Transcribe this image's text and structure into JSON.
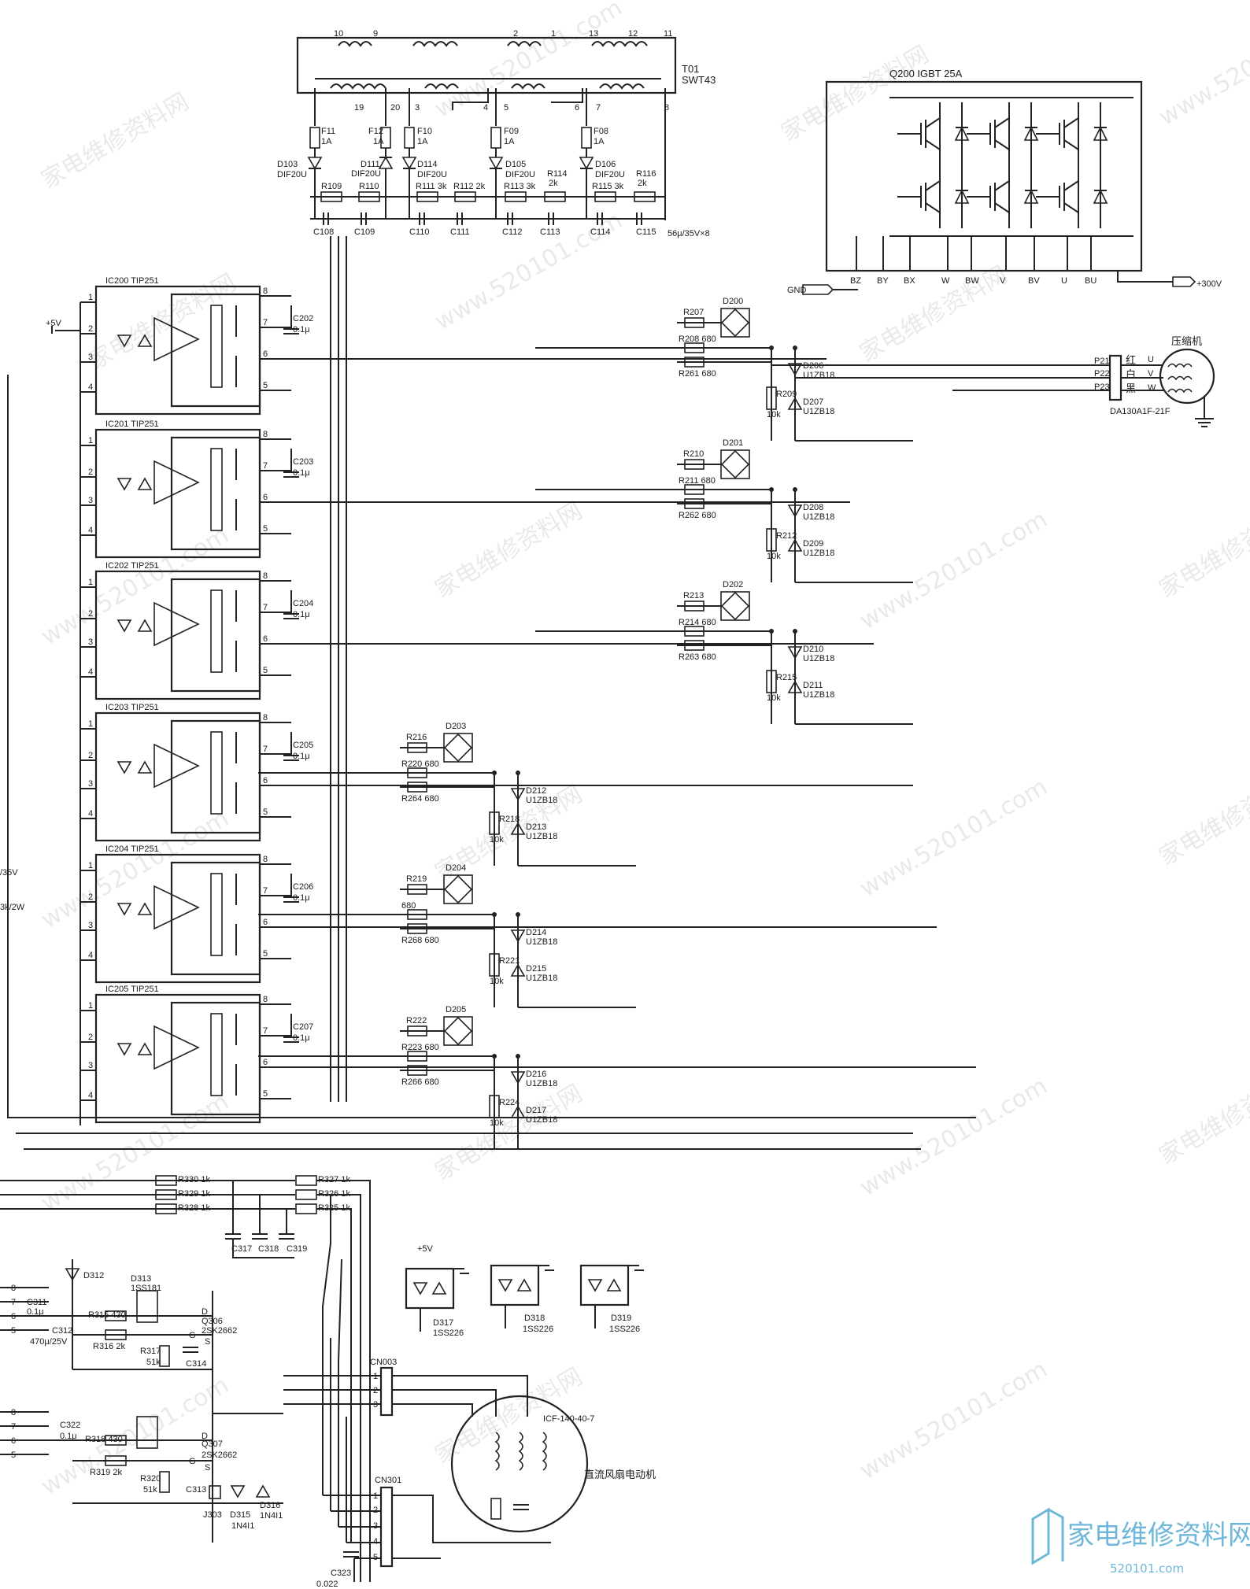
{
  "transformer": {
    "ref": "T01",
    "model": "SWT43",
    "pins_top": [
      "10",
      "9",
      "2",
      "1",
      "13",
      "12",
      "11"
    ],
    "pins_bottom": [
      "19",
      "20",
      "3",
      "4",
      "5",
      "6",
      "7",
      "8"
    ]
  },
  "fuses": [
    {
      "ref": "F11",
      "value": "1A"
    },
    {
      "ref": "F12",
      "value": "1A"
    },
    {
      "ref": "F10",
      "value": "1A"
    },
    {
      "ref": "F09",
      "value": "1A"
    },
    {
      "ref": "F08",
      "value": "1A"
    }
  ],
  "rectifier_diodes": [
    {
      "ref": "D103",
      "model": "DIF20U"
    },
    {
      "ref": "D111",
      "model": "DIF20U"
    },
    {
      "ref": "D114",
      "model": "DIF20U"
    },
    {
      "ref": "D105",
      "model": "DIF20U"
    },
    {
      "ref": "D106",
      "model": "DIF20U"
    }
  ],
  "supply_resistors": [
    "R109",
    "R110",
    "R111 3k",
    "R112 2k",
    "R113 3k",
    "R114",
    "2k",
    "R115 3k",
    "R116",
    "2k"
  ],
  "supply_caps": [
    "C108",
    "C109",
    "C110",
    "C111",
    "C112",
    "C113",
    "C114",
    "C115"
  ],
  "cap_note": "56μ/35V×8",
  "igbt": {
    "ref": "Q200 IGBT 25A",
    "pins": [
      "BZ",
      "BY",
      "BX",
      "W",
      "BW",
      "V",
      "BV",
      "U",
      "BU"
    ],
    "gnd": "GND",
    "vplus": "+300V"
  },
  "drivers": [
    {
      "ref": "IC200 TIP251",
      "cap": "C202",
      "cap_val": "0.1μ"
    },
    {
      "ref": "IC201 TIP251",
      "cap": "C203",
      "cap_val": "0.1μ"
    },
    {
      "ref": "IC202 TIP251",
      "cap": "C204",
      "cap_val": "0.1μ"
    },
    {
      "ref": "IC203 TIP251",
      "cap": "C205",
      "cap_val": "0.1μ"
    },
    {
      "ref": "IC204 TIP251",
      "cap": "C206",
      "cap_val": "0.1μ"
    },
    {
      "ref": "IC205 TIP251",
      "cap": "C207",
      "cap_val": "0.1μ"
    }
  ],
  "driver_pins": [
    "1",
    "2",
    "3",
    "4",
    "8",
    "7",
    "6",
    "5"
  ],
  "supply_label": "+5V",
  "left_labels": [
    "/35V",
    "3k/2W"
  ],
  "gate_nets": [
    {
      "bridge": "D200",
      "r_top": "R207",
      "r_mid": "R208 680",
      "r_bot": "R261 680",
      "r_pd": "R209",
      "r_pd_val": "10k",
      "z1": "D206",
      "z1m": "U1ZB18",
      "z2": "D207",
      "z2m": "U1ZB18"
    },
    {
      "bridge": "D201",
      "r_top": "R210",
      "r_mid": "R211 680",
      "r_bot": "R262 680",
      "r_pd": "R212",
      "r_pd_val": "10k",
      "z1": "D208",
      "z1m": "U1ZB18",
      "z2": "D209",
      "z2m": "U1ZB18"
    },
    {
      "bridge": "D202",
      "r_top": "R213",
      "r_mid": "R214 680",
      "r_bot": "R263 680",
      "r_pd": "R215",
      "r_pd_val": "10k",
      "z1": "D210",
      "z1m": "U1ZB18",
      "z2": "D211",
      "z2m": "U1ZB18"
    },
    {
      "bridge": "D203",
      "r_top": "R216",
      "r_mid": "R220 680",
      "r_bot": "R264 680",
      "r_pd": "R218",
      "r_pd_val": "10k",
      "z1": "D212",
      "z1m": "U1ZB18",
      "z2": "D213",
      "z2m": "U1ZB18"
    },
    {
      "bridge": "D204",
      "r_top": "R219",
      "r_mid": "680",
      "r_bot": "R268 680",
      "r_pd": "R221",
      "r_pd_val": "10k",
      "z1": "D214",
      "z1m": "U1ZB18",
      "z2": "D215",
      "z2m": "U1ZB18"
    },
    {
      "bridge": "D205",
      "r_top": "R222",
      "r_mid": "R223 680",
      "r_bot": "R266 680",
      "r_pd": "R224",
      "r_pd_val": "10k",
      "z1": "D216",
      "z1m": "U1ZB18",
      "z2": "D217",
      "z2m": "U1ZB18"
    }
  ],
  "compressor": {
    "label": "压缩机",
    "connector": "DA130A1F-21F",
    "pins": [
      "P21",
      "P22",
      "P23"
    ],
    "colors": [
      "红",
      "白",
      "黑"
    ],
    "phases": [
      "U",
      "V",
      "W"
    ]
  },
  "sense_resistors": [
    "R330 1k",
    "R329 1k",
    "R328 1k",
    "R327 1k",
    "R326 1k",
    "R325 1k"
  ],
  "sense_caps": [
    "C317",
    "C318",
    "C319"
  ],
  "opto_diodes": [
    {
      "ref": "D317",
      "model": "1SS226"
    },
    {
      "ref": "D318",
      "model": "1SS226"
    },
    {
      "ref": "D319",
      "model": "1SS226"
    }
  ],
  "fan_section": {
    "d312": "D312",
    "d313": "D313",
    "d313m": "1SS181",
    "c311": "C311",
    "c311v": "0.1μ",
    "c312": "C312",
    "c312v": "470μ/25V",
    "r315": "R315 430",
    "r316": "R316 2k",
    "r317": "R317",
    "r317v": "51k",
    "c314": "C314",
    "q306": "Q306",
    "q306m": "2SK2662",
    "q307": "Q307",
    "q307m": "2SK2662",
    "c322": "C322",
    "c322v": "0.1μ",
    "r318": "R318 430",
    "r319": "R319 2k",
    "r320": "R320",
    "r320v": "51k",
    "c313": "C313",
    "j303": "J303",
    "d315": "D315",
    "d315m": "1N4I1",
    "d316": "D316",
    "d316m": "1N4I1",
    "cn003": "CN003",
    "cn301": "CN301",
    "motor_model": "ICF-140-40-7",
    "motor_label": "直流风扇电动机",
    "c323": "C323",
    "c323v": "0.022",
    "pins_left1": [
      "8",
      "7",
      "6",
      "5"
    ],
    "pins_left2": [
      "8",
      "7",
      "6",
      "5"
    ],
    "cn003_pins": [
      "1",
      "2",
      "3"
    ],
    "cn301_pins": [
      "1",
      "2",
      "3",
      "4",
      "5"
    ],
    "plus5": "+5V",
    "gds": [
      "D",
      "G",
      "S",
      "D",
      "G",
      "S"
    ]
  },
  "watermark": {
    "text": "家电维修资料网",
    "url": "www.520101.com"
  },
  "brand": {
    "cn": "家电维修资料网",
    "url": "520101.com"
  },
  "colors": {
    "ink": "#222222",
    "brand": "#6fb7d9"
  }
}
